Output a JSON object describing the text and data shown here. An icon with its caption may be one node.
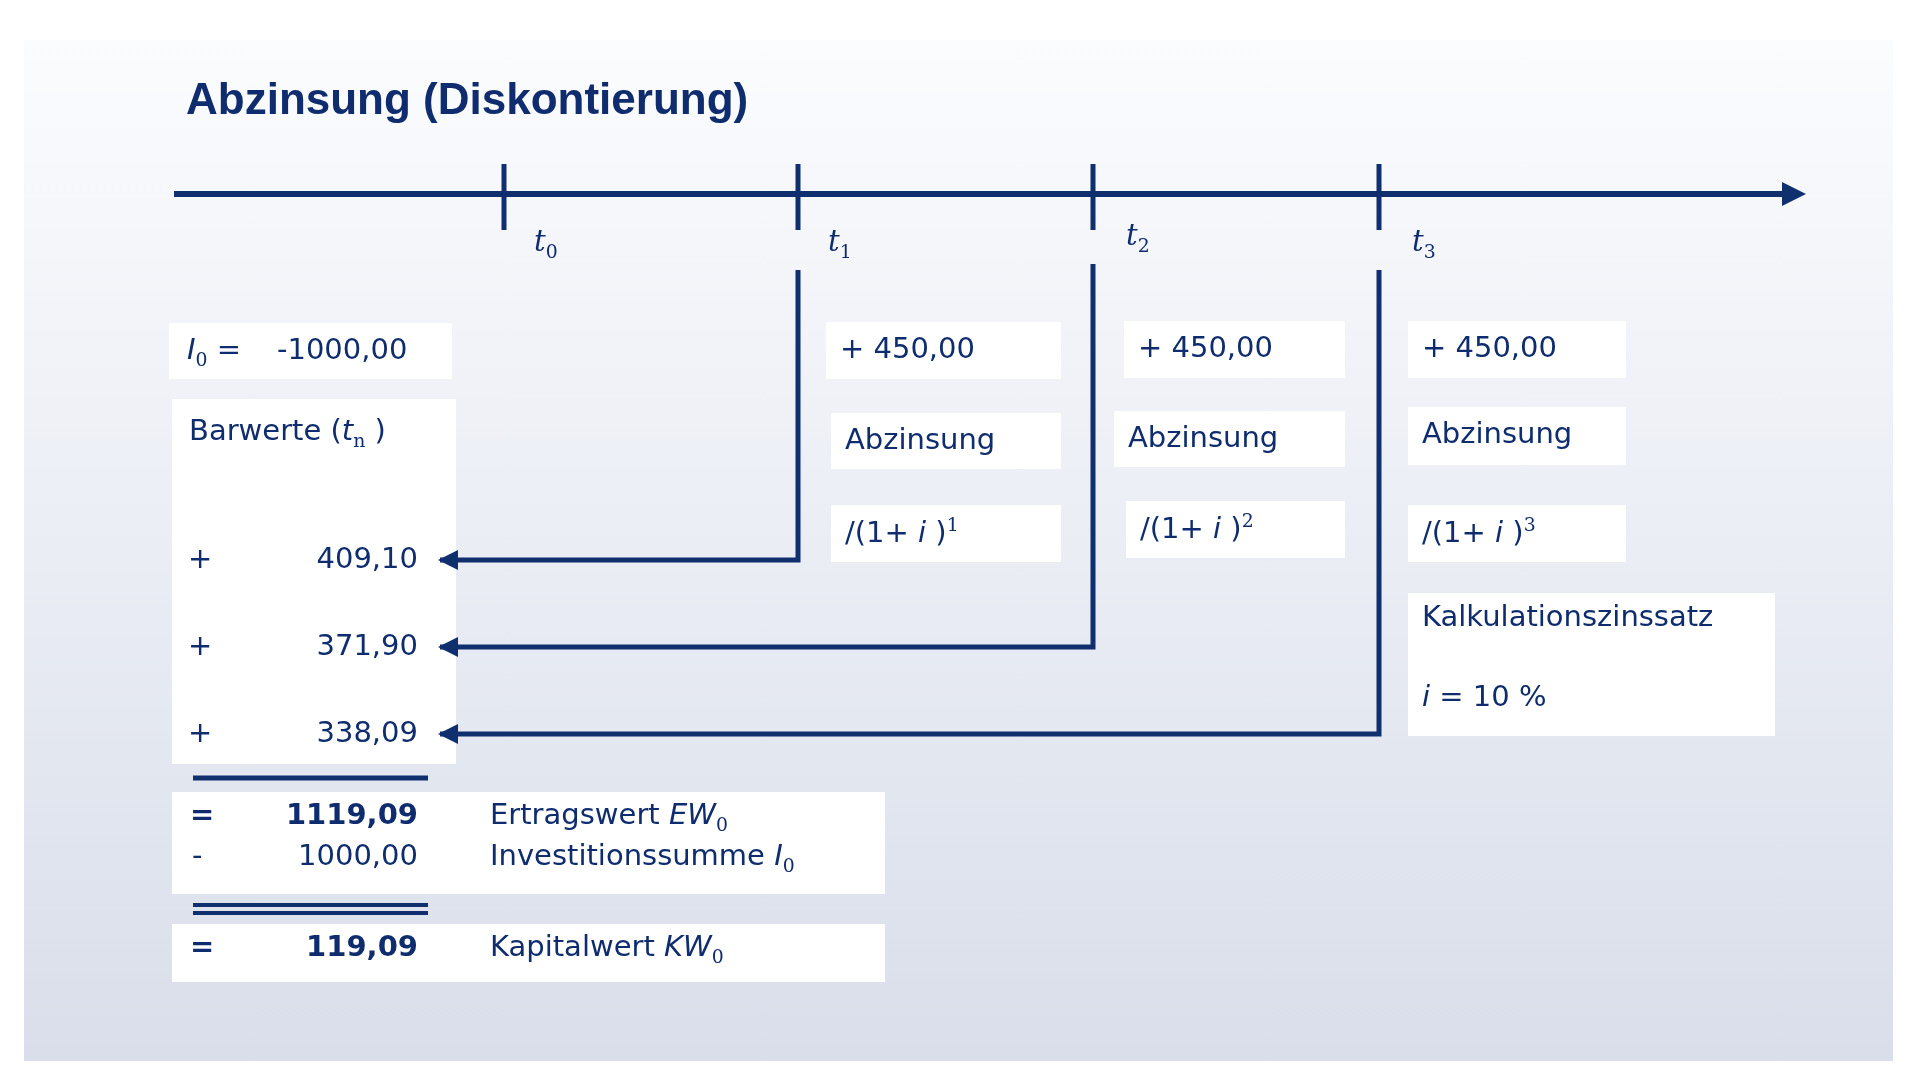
{
  "diagram": {
    "title": "Abzinsung (Diskontierung)",
    "nodes": [
      {
        "text": [
          "*t*$_{0}$"
        ]
      },
      {
        "text": [
          "*t*$_{1}$"
        ]
      },
      {
        "text": [
          "*t*$_{2}$"
        ]
      },
      {
        "text": [
          "*t*$_{3}$"
        ]
      },
      {
        "text": [
          "*I*$_{0}$ =",
          "-1000,00"
        ]
      },
      {
        "text": [
          "+ 450,00"
        ]
      },
      {
        "text": [
          "+ 450,00"
        ]
      },
      {
        "text": [
          "+ 450,00"
        ]
      },
      {
        "text": [
          "Barwerte (*t*$_{n}$ )"
        ]
      },
      {
        "text": [
          "Abzinsung"
        ]
      },
      {
        "text": [
          "Abzinsung"
        ]
      },
      {
        "text": [
          "Abzinsung"
        ]
      },
      {
        "text": [
          "/(1+ *i* )$^{1}$"
        ]
      },
      {
        "text": [
          "/(1+ *i* )$^{2}$"
        ]
      },
      {
        "text": [
          "/(1+ *i* )$^{3}$"
        ]
      },
      {
        "text": [
          "+",
          "409,10"
        ],
        "in": 8
      },
      {
        "text": [
          "+",
          "371,90"
        ],
        "in": 8
      },
      {
        "text": [
          "+",
          "338,09"
        ],
        "in": 8
      },
      {
        "text": [
          "Kalkulationszinssatz",
          "*i* = 10 %"
        ]
      },
      {
        "text": [
          "=",
          "1119,09",
          "Ertragswert *EW*$_{0}$",
          "-",
          "1000,00",
          "Investitionssumme *I*$_{0}$"
        ]
      },
      {
        "text": [
          "=",
          "119,09",
          "Kapitalwert *KW*$_{0}$"
        ]
      }
    ],
    "edges": [
      {
        "from": 1,
        "to": 15,
        "arrow": "to"
      },
      {
        "from": 2,
        "to": 16,
        "arrow": "to"
      },
      {
        "from": 3,
        "to": 17,
        "arrow": "to"
      }
    ]
  }
}
